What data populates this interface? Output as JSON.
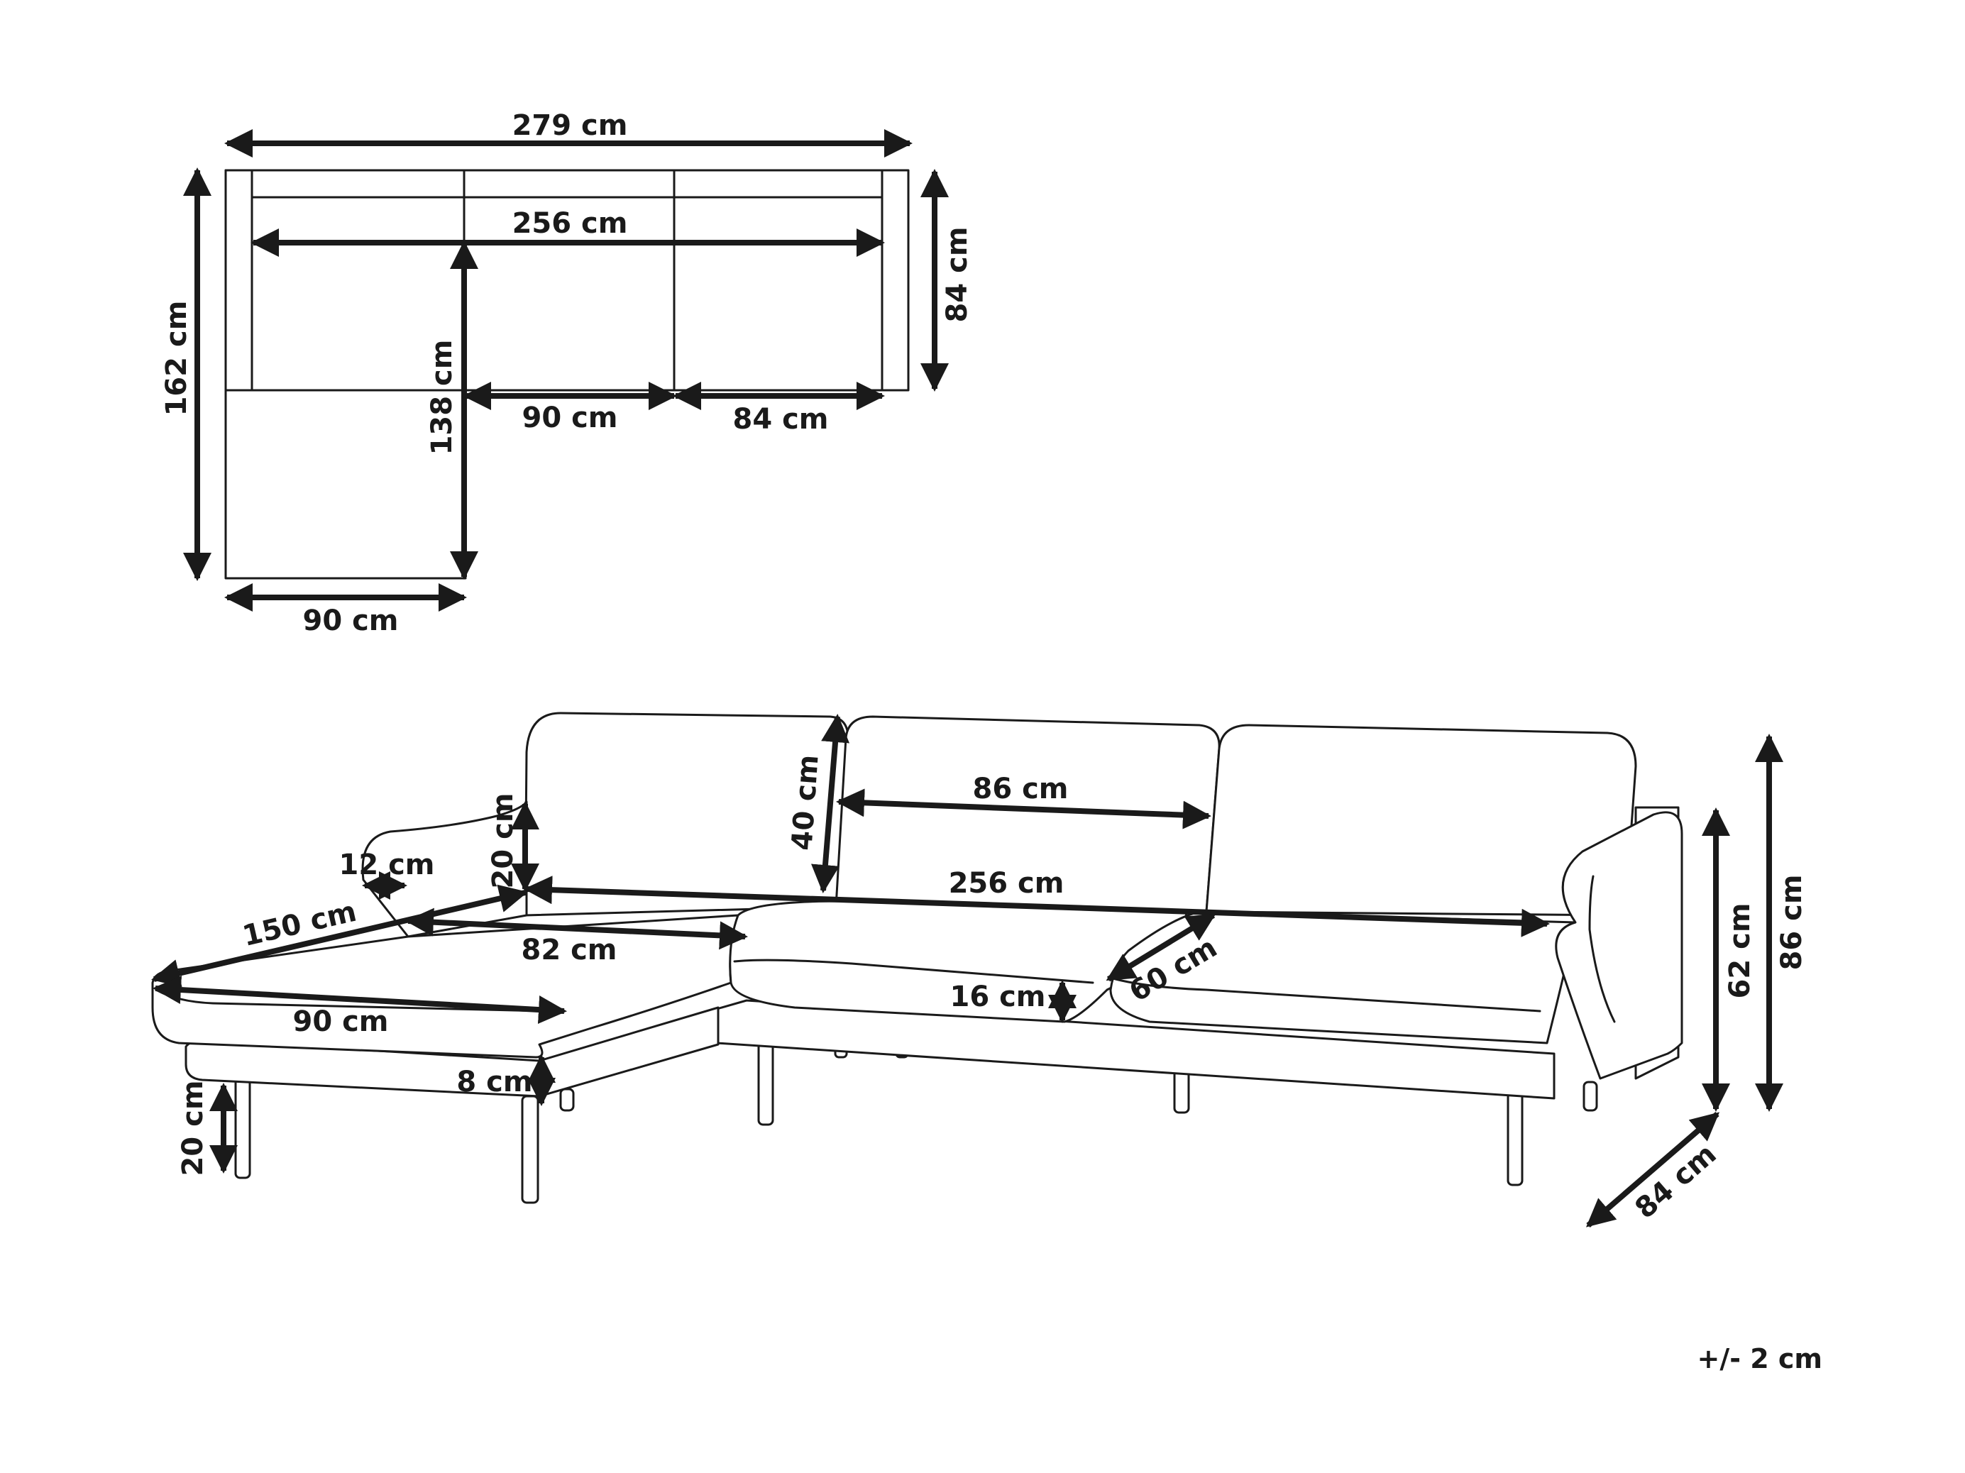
{
  "labels": {
    "top_width": "279 cm",
    "top_inner_width": "256 cm",
    "top_depth_total": "162 cm",
    "top_depth_sofa": "84 cm",
    "top_chaise_length": "138 cm",
    "top_seat_a": "90 cm",
    "top_seat_b": "84 cm",
    "top_chaise_width": "90 cm",
    "persp_back_cushion_h": "40 cm",
    "persp_cushion_w": "86 cm",
    "persp_armrest_h": "20 cm",
    "persp_armrest_w": "12 cm",
    "persp_inner_width": "256 cm",
    "persp_chaise_len": "150 cm",
    "persp_chaise_inner": "82 cm",
    "persp_seat_depth": "60 cm",
    "persp_cushion_thick": "16 cm",
    "persp_chaise_w": "90 cm",
    "persp_base_h": "8 cm",
    "persp_leg_h": "20 cm",
    "persp_arm_height": "62 cm",
    "persp_total_height": "86 cm",
    "persp_depth": "84 cm"
  },
  "tolerance": "+/- 2 cm"
}
